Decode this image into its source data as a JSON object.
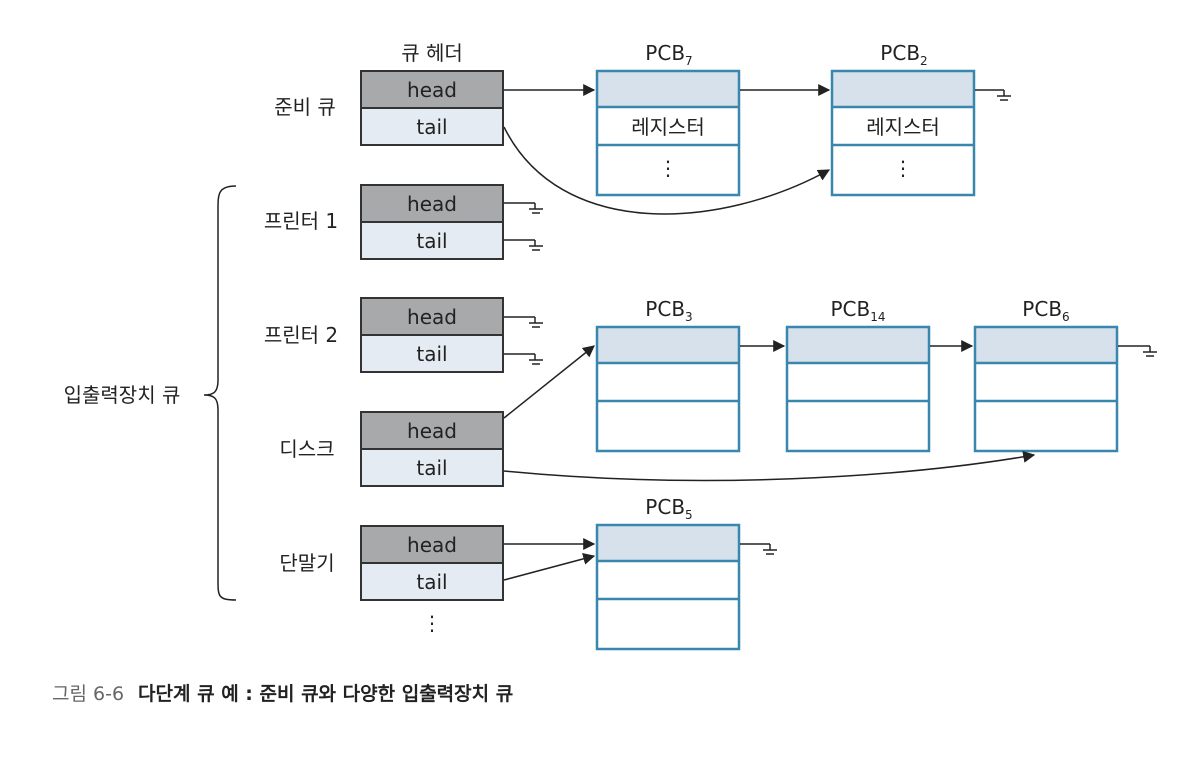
{
  "header": {
    "queue_header": "큐 헤더"
  },
  "ready_queue": {
    "label": "준비 큐",
    "head": "head",
    "tail": "tail"
  },
  "io_group_label": "입출력장치 큐",
  "io_queues": [
    {
      "label": "프린터 1",
      "head": "head",
      "tail": "tail"
    },
    {
      "label": "프린터 2",
      "head": "head",
      "tail": "tail"
    },
    {
      "label": "디스크",
      "head": "head",
      "tail": "tail"
    },
    {
      "label": "단말기",
      "head": "head",
      "tail": "tail"
    }
  ],
  "more_dots": "⋮",
  "pcbs": [
    {
      "base": "PCB",
      "sub": "7",
      "register": "레지스터",
      "dots": "⋮"
    },
    {
      "base": "PCB",
      "sub": "2",
      "register": "레지스터",
      "dots": "⋮"
    },
    {
      "base": "PCB",
      "sub": "3"
    },
    {
      "base": "PCB",
      "sub": "14"
    },
    {
      "base": "PCB",
      "sub": "6"
    },
    {
      "base": "PCB",
      "sub": "5"
    }
  ],
  "caption": {
    "number": "그림 6-6",
    "text": "다단계 큐 예 : 준비 큐와 다양한 입출력장치 큐"
  },
  "colors": {
    "head_fill": "#a8a9ab",
    "tail_fill": "#e4ebf2",
    "pcb_border": "#3a87ad",
    "pcb_top_fill": "#d6e1ec"
  }
}
